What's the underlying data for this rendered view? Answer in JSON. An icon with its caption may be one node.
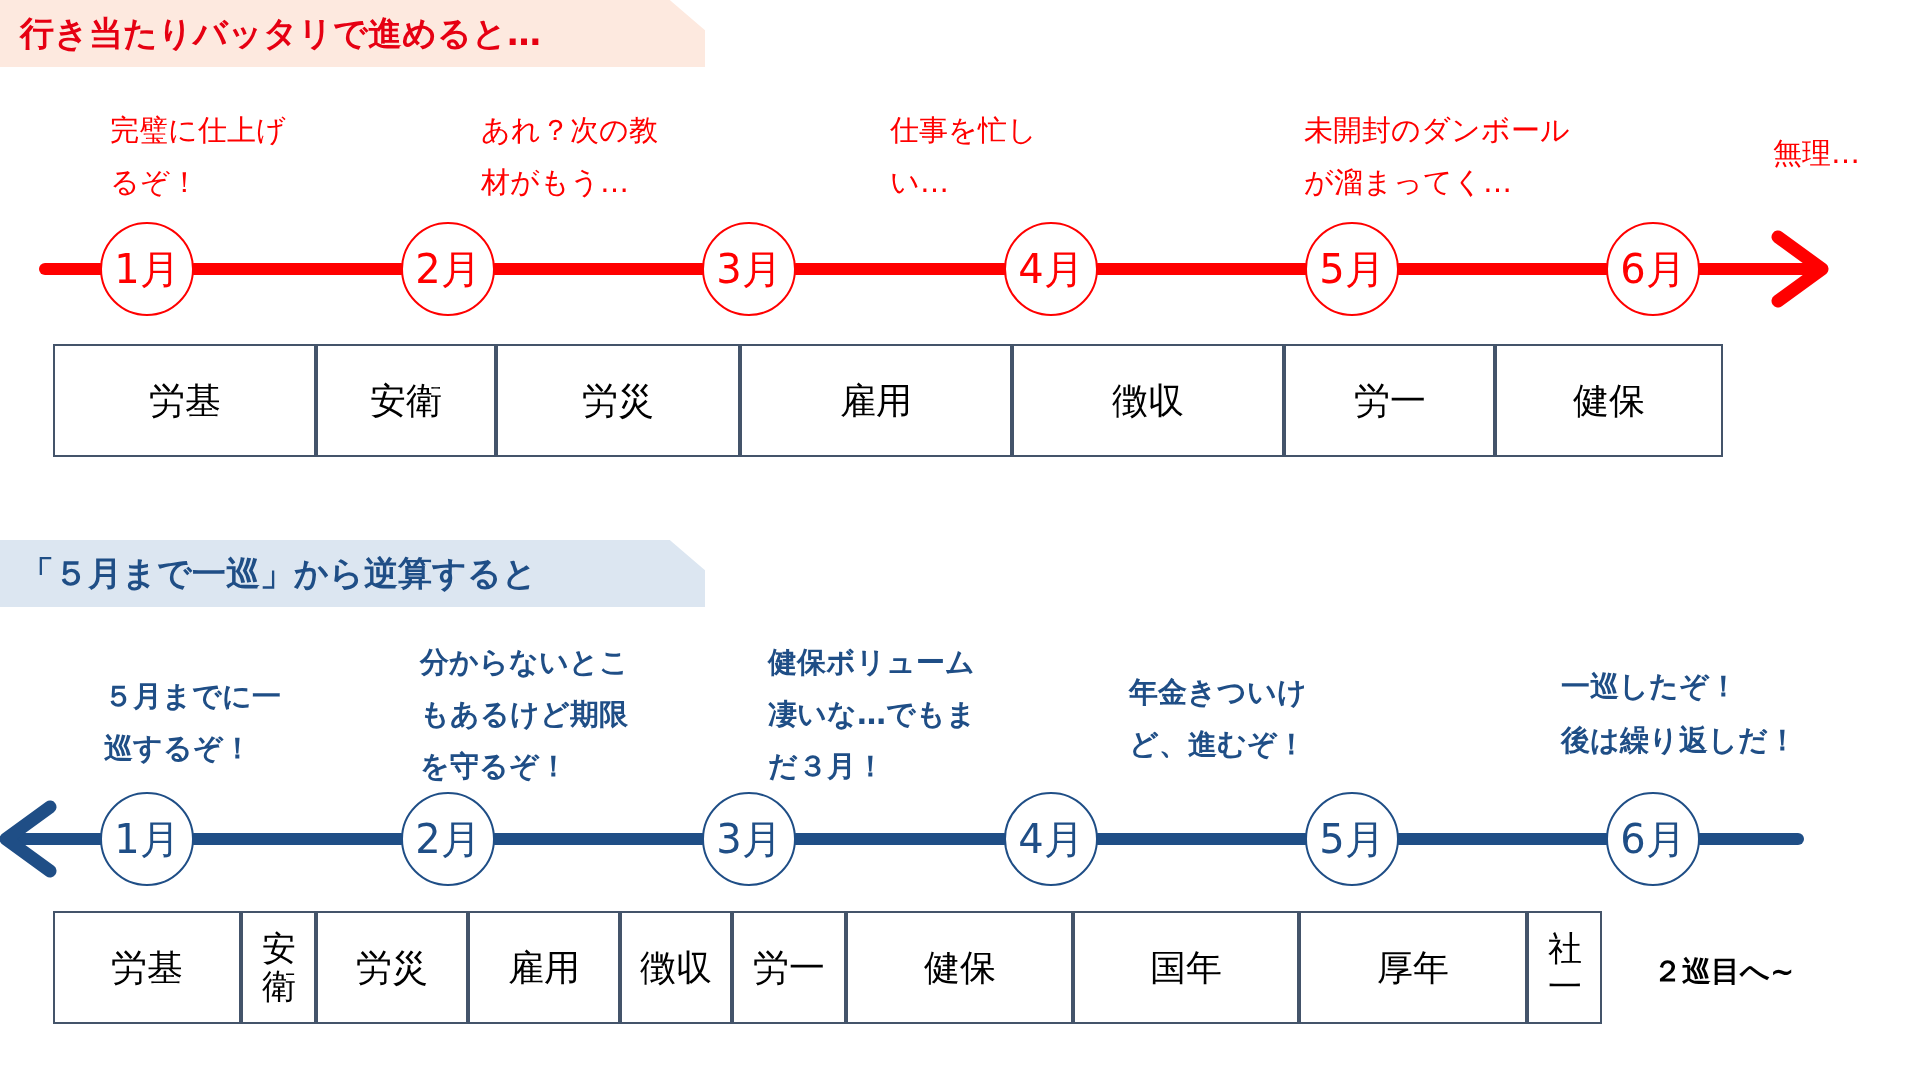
{
  "diagram": {
    "nodes": [
      {
        "text": [
          "行き当たりバッタリで進めると…"
        ]
      },
      {
        "text": [
          "1月"
        ]
      },
      {
        "text": [
          "2月"
        ]
      },
      {
        "text": [
          "3月"
        ]
      },
      {
        "text": [
          "4月"
        ]
      },
      {
        "text": [
          "5月"
        ]
      },
      {
        "text": [
          "6月"
        ]
      },
      {
        "text": [
          "労基"
        ]
      },
      {
        "text": [
          "安衛"
        ]
      },
      {
        "text": [
          "労災"
        ]
      },
      {
        "text": [
          "雇用"
        ]
      },
      {
        "text": [
          "徴収"
        ]
      },
      {
        "text": [
          "労一"
        ]
      },
      {
        "text": [
          "健保"
        ]
      },
      {
        "text": [
          "「５月まで一巡」から逆算すると"
        ]
      },
      {
        "text": [
          "1月"
        ]
      },
      {
        "text": [
          "2月"
        ]
      },
      {
        "text": [
          "3月"
        ]
      },
      {
        "text": [
          "4月"
        ]
      },
      {
        "text": [
          "5月"
        ]
      },
      {
        "text": [
          "6月"
        ]
      },
      {
        "text": [
          "労基"
        ]
      },
      {
        "text": [
          "安衛"
        ]
      },
      {
        "text": [
          "労災"
        ]
      },
      {
        "text": [
          "雇用"
        ]
      },
      {
        "text": [
          "徴収"
        ]
      },
      {
        "text": [
          "労一"
        ]
      },
      {
        "text": [
          "健保"
        ]
      },
      {
        "text": [
          "国年"
        ]
      },
      {
        "text": [
          "厚年"
        ]
      },
      {
        "text": [
          "社一"
        ]
      }
    ],
    "edges": [
      {
        "from": null,
        "to": 1,
        "arrow": "none",
        "color": "#ff0000"
      },
      {
        "from": 1,
        "to": 2,
        "arrow": "none",
        "color": "#ff0000"
      },
      {
        "from": 2,
        "to": 3,
        "arrow": "none",
        "color": "#ff0000"
      },
      {
        "from": 3,
        "to": 4,
        "arrow": "none",
        "color": "#ff0000"
      },
      {
        "from": 4,
        "to": 5,
        "arrow": "none",
        "color": "#ff0000"
      },
      {
        "from": 5,
        "to": 6,
        "arrow": "none",
        "color": "#ff0000"
      },
      {
        "from": 6,
        "to": null,
        "arrow": "to",
        "color": "#ff0000"
      },
      {
        "from": 15,
        "to": null,
        "arrow": "to",
        "color": "#1f4e86"
      },
      {
        "from": 16,
        "to": 15,
        "arrow": "none",
        "color": "#1f4e86"
      },
      {
        "from": 17,
        "to": 16,
        "arrow": "none",
        "color": "#1f4e86"
      },
      {
        "from": 18,
        "to": 17,
        "arrow": "none",
        "color": "#1f4e86"
      },
      {
        "from": 19,
        "to": 18,
        "arrow": "none",
        "color": "#1f4e86"
      },
      {
        "from": 20,
        "to": 19,
        "arrow": "none",
        "color": "#1f4e86"
      },
      {
        "from": null,
        "to": 20,
        "arrow": "none",
        "color": "#1f4e86"
      }
    ],
    "labels": [
      "完璧に仕上げるぞ！",
      "あれ？次の教材がもう…",
      "仕事を忙しい…",
      "未開封のダンボールが溜まってく…",
      "無理…",
      "５月までに一巡するぞ！",
      "分からないとこもあるけど期限を守るぞ！",
      "健保ボリューム凄いな…でもまだ３月！",
      "年金きついけど、進むぞ！",
      "一巡したぞ！",
      "後は繰り返しだ！",
      "２巡目へ~"
    ]
  }
}
